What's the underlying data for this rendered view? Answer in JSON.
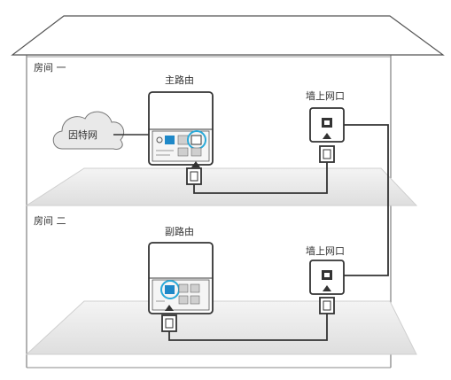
{
  "rooms": [
    {
      "label": "房间 一"
    },
    {
      "label": "房间 二"
    }
  ],
  "devices": {
    "main_router": {
      "label": "主路由"
    },
    "sub_router": {
      "label": "副路由"
    },
    "internet": {
      "label": "因特网"
    },
    "wall_port_1": {
      "label": "墙上网口"
    },
    "wall_port_2": {
      "label": "墙上网口"
    }
  },
  "colors": {
    "outline": "#333333",
    "highlight": "#29a9d8",
    "port_blue": "#1e88c8",
    "floor": "#e8e8e8"
  },
  "icons": [
    "cloud-icon",
    "ethernet-port-icon",
    "rj45-plug-icon",
    "arrow-up-icon"
  ]
}
